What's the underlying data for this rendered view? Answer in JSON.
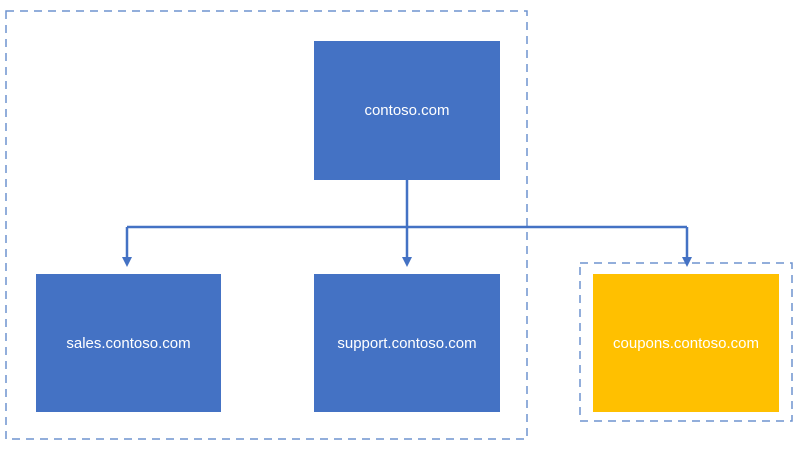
{
  "diagram": {
    "root": {
      "label": "contoso.com"
    },
    "children": [
      {
        "label": "sales.contoso.com",
        "color": "#4472C4"
      },
      {
        "label": "support.contoso.com",
        "color": "#4472C4"
      },
      {
        "label": "coupons.contoso.com",
        "color": "#FFC000"
      }
    ],
    "colors": {
      "node_blue": "#4472C4",
      "node_yellow": "#FFC000",
      "connector": "#4472C4",
      "dashed_border": "#6F93CF"
    }
  }
}
